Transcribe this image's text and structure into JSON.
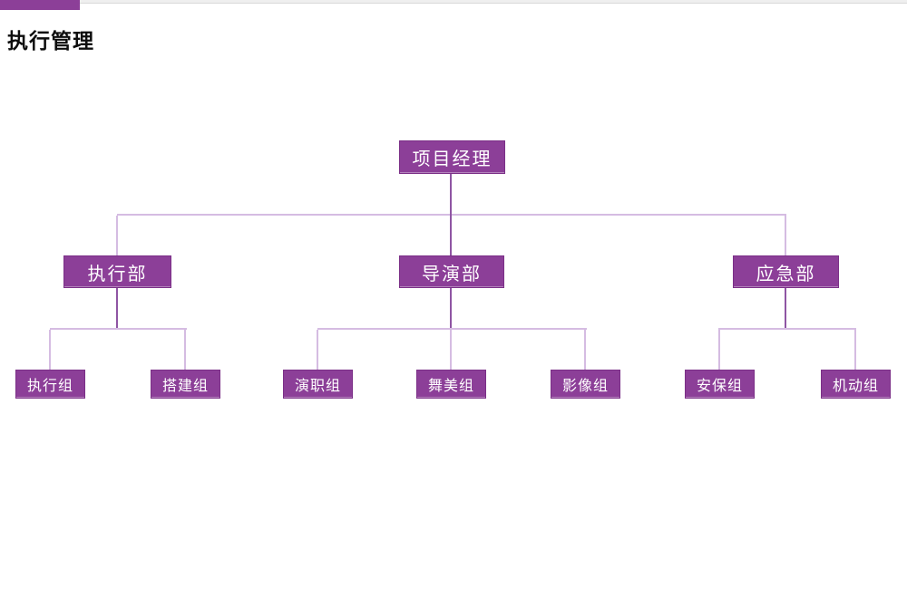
{
  "page": {
    "title": "执行管理"
  },
  "colors": {
    "accent": "#8c3f98",
    "box_fill": "#8c3f98",
    "box_border": "#7b2f87",
    "connector_dark": "#8f55a3",
    "connector_light": "#d5bce2"
  },
  "org_chart": {
    "root": {
      "label": "项目经理"
    },
    "departments": [
      {
        "label": "执行部",
        "teams": [
          {
            "label": "执行组"
          },
          {
            "label": "搭建组"
          }
        ]
      },
      {
        "label": "导演部",
        "teams": [
          {
            "label": "演职组"
          },
          {
            "label": "舞美组"
          },
          {
            "label": "影像组"
          }
        ]
      },
      {
        "label": "应急部",
        "teams": [
          {
            "label": "安保组"
          },
          {
            "label": "机动组"
          }
        ]
      }
    ]
  }
}
